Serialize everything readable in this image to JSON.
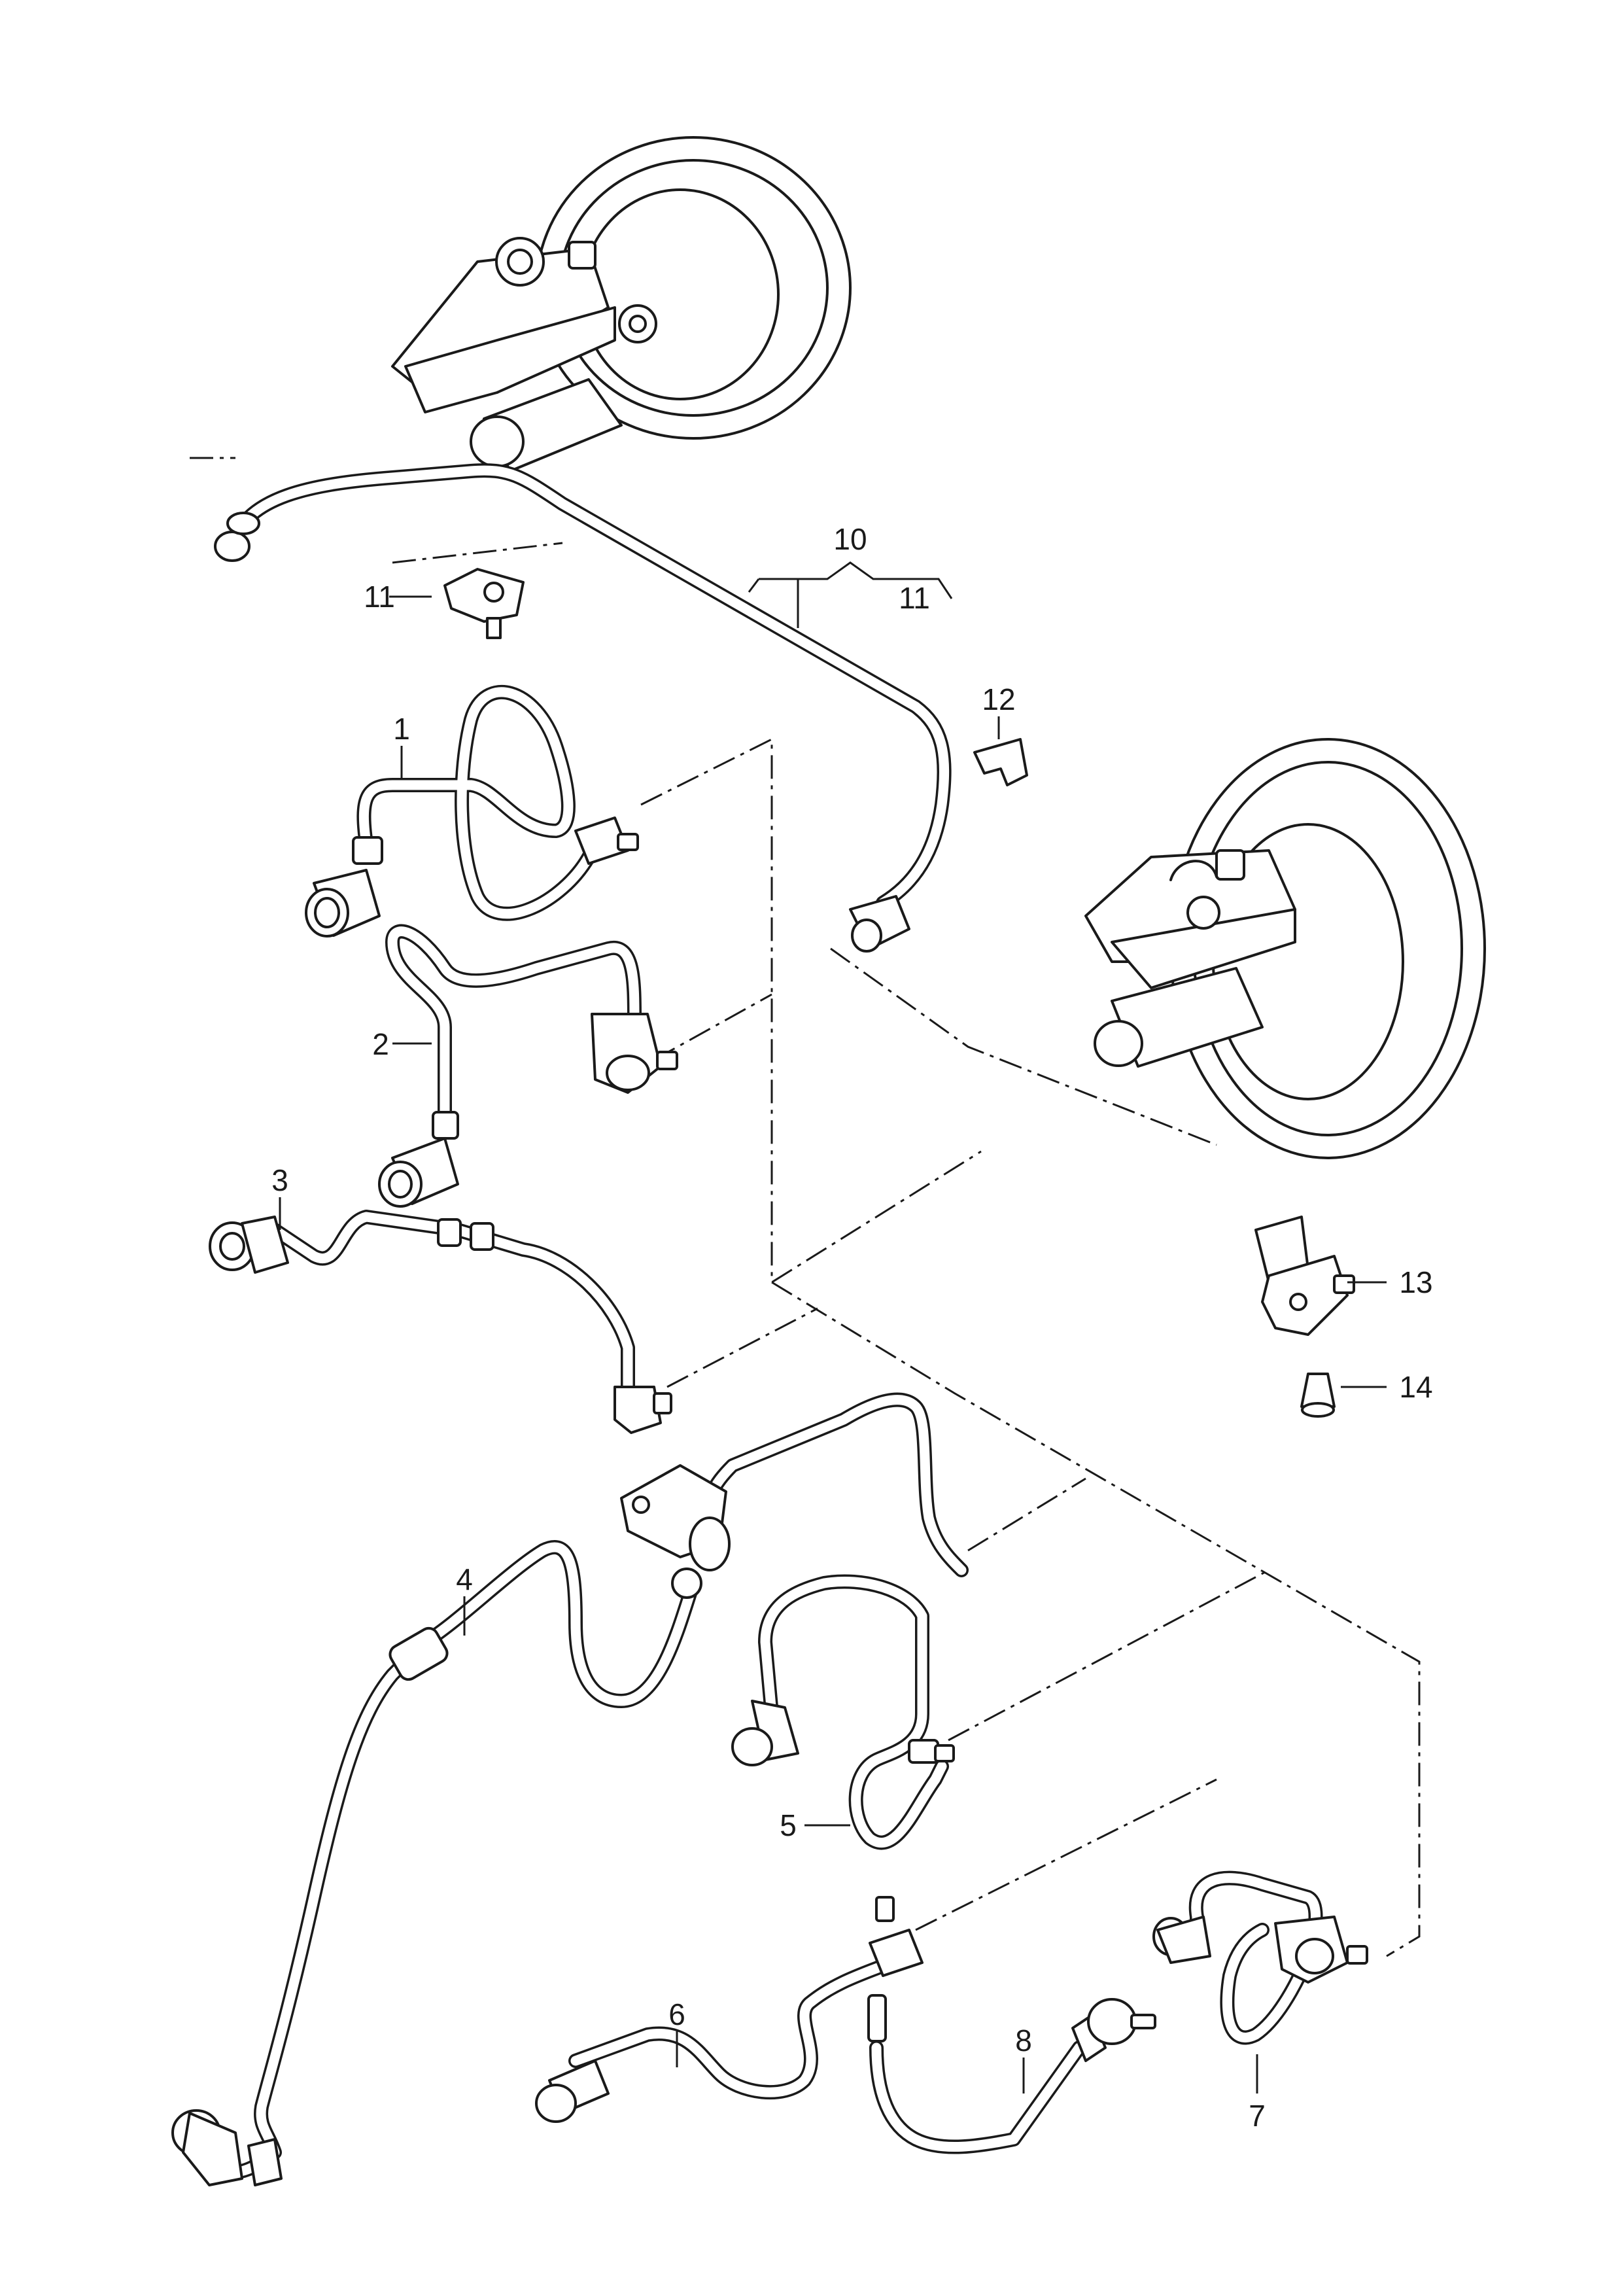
{
  "diagram": {
    "type": "exploded parts diagram (brake booster vacuum lines)",
    "part_labels": [
      {
        "id": "label-1",
        "text": "1"
      },
      {
        "id": "label-2",
        "text": "2"
      },
      {
        "id": "label-3",
        "text": "3"
      },
      {
        "id": "label-4",
        "text": "4"
      },
      {
        "id": "label-5",
        "text": "5"
      },
      {
        "id": "label-6",
        "text": "6"
      },
      {
        "id": "label-7",
        "text": "7"
      },
      {
        "id": "label-8",
        "text": "8"
      },
      {
        "id": "label-10",
        "text": "10"
      },
      {
        "id": "label-11a",
        "text": "11"
      },
      {
        "id": "label-11b",
        "text": "11"
      },
      {
        "id": "label-12",
        "text": "12"
      },
      {
        "id": "label-13",
        "text": "13"
      },
      {
        "id": "label-14",
        "text": "14"
      }
    ]
  },
  "colors": {
    "line": "#1a1a1a",
    "background": "#ffffff"
  }
}
